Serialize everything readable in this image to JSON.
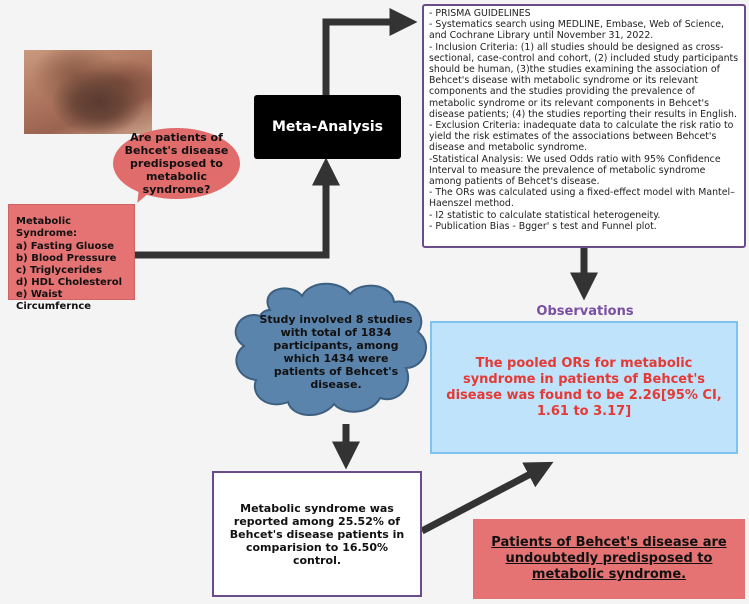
{
  "photo": {
    "description": "clinical image"
  },
  "question": "Are patients of Behcet's disease predisposed to metabolic syndrome?",
  "metabolic_syndrome": {
    "title": "Metabolic Syndrome:",
    "items": [
      "a) Fasting Gluose",
      "b) Blood Pressure",
      "c) Triglycerides",
      "d) HDL Cholesterol",
      "e) Waist Circumfernce"
    ]
  },
  "meta_analysis": "Meta-Analysis",
  "prisma": {
    "lines": [
      "- PRISMA GUIDELINES",
      "- Systematics search using MEDLINE, Embase, Web of Science, and Cochrane Library until November 31, 2022.",
      "- Inclusion Criteria: (1) all studies should be designed as cross-sectional, case-control and cohort, (2) included study participants should be human, (3)the studies examining the association of Behcet's disease with metabolic syndrome or its relevant components and the studies providing the prevalence of metabolic syndrome or its relevant components in Behcet's disease patients; (4) the studies reporting their results in English.",
      "- Exclusion Criteria: inadequate data to calculate the risk ratio to yield the risk estimates of the associations between Behcet's disease and metabolic syndrome.",
      "-Statistical Analysis: We used Odds ratio with 95% Confidence Interval to measure the prevalence of metabolic syndrome among patients of Behcet's disease.",
      "- The ORs was calculated using a fixed-effect model with Mantel–Haenszel method.",
      "- I2 statistic to calculate statistical heterogeneity.",
      "- Publication Bias - Bgger' s test and Funnel plot."
    ]
  },
  "cloud": "Study involved 8 studies with total of 1834 participants, among which 1434 were patients of Behcet's disease.",
  "observations": {
    "label": "Observations",
    "text": "The pooled ORs for metabolic syndrome in patients of Behcet's disease was found to be 2.26[95% CI, 1.61 to 3.17]"
  },
  "prevalence": "Metabolic syndrome was reported among 25.52% of Behcet's disease patients in comparision to 16.50% control.",
  "conclusion": "Patients of  Behcet's disease are undoubtedly predisposed to metabolic syndrome.",
  "colors": {
    "red_box": "#e57373",
    "border_purple": "#6b4c8a",
    "obs_fill": "#bfe3fb",
    "obs_text": "#e53935",
    "cloud_fill": "#5b84ad",
    "arrow": "#333333"
  }
}
